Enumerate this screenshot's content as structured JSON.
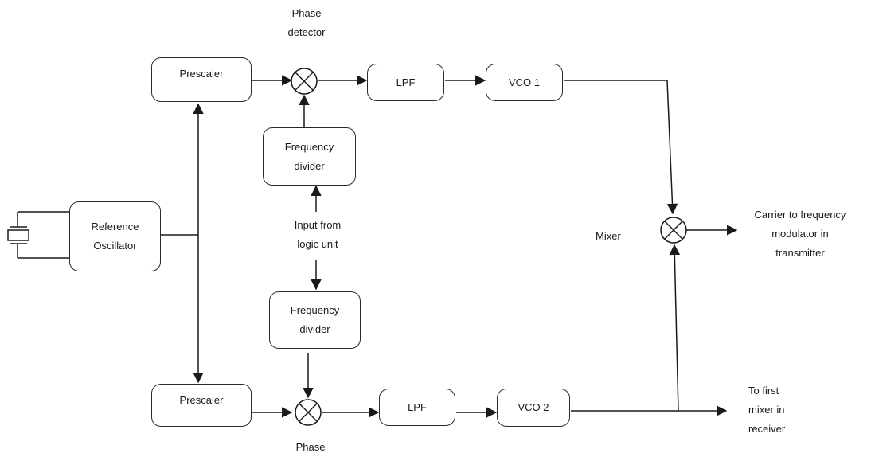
{
  "blocks": {
    "prescaler_top": "Prescaler",
    "prescaler_bottom": "Prescaler",
    "lpf_top": "LPF",
    "lpf_bottom": "LPF",
    "vco1": "VCO 1",
    "vco2": "VCO 2",
    "freq_divider_top": [
      "Frequency",
      "divider"
    ],
    "freq_divider_bottom": [
      "Frequency",
      "divider"
    ],
    "reference_oscillator": [
      "Reference",
      "Oscillator"
    ]
  },
  "labels": {
    "phase_detector_top": [
      "Phase",
      "detector"
    ],
    "phase_bottom": "Phase",
    "input_from_logic": [
      "Input from",
      "logic unit"
    ],
    "mixer": "Mixer",
    "carrier_output": [
      "Carrier to frequency",
      "modulator in",
      "transmitter"
    ],
    "receiver_output": [
      "To first",
      "mixer in",
      "receiver"
    ]
  }
}
